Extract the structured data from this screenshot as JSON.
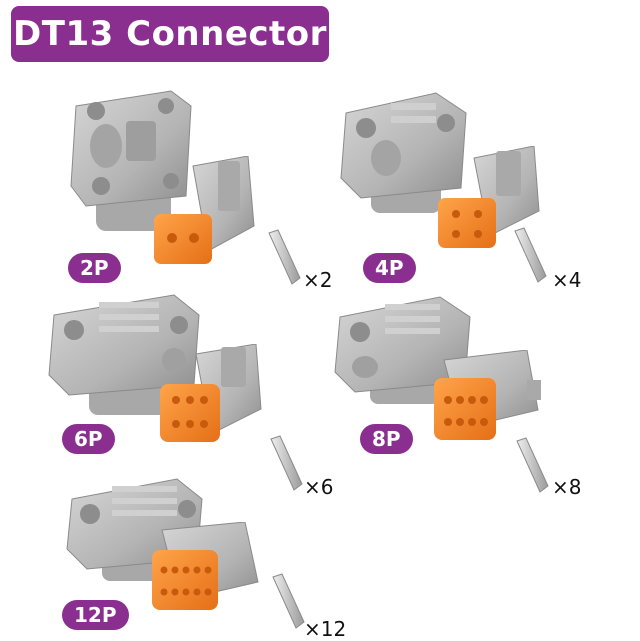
{
  "title": "DT13 Connector",
  "kits": [
    {
      "size": "2P",
      "terminals": "×2"
    },
    {
      "size": "4P",
      "terminals": "×4"
    },
    {
      "size": "6P",
      "terminals": "×6"
    },
    {
      "size": "8P",
      "terminals": "×8"
    },
    {
      "size": "12P",
      "terminals": "×12"
    }
  ],
  "colors": {
    "banner": "#8a2f8f",
    "housing": "#b9b9b9",
    "seal": "#f08a2a"
  }
}
